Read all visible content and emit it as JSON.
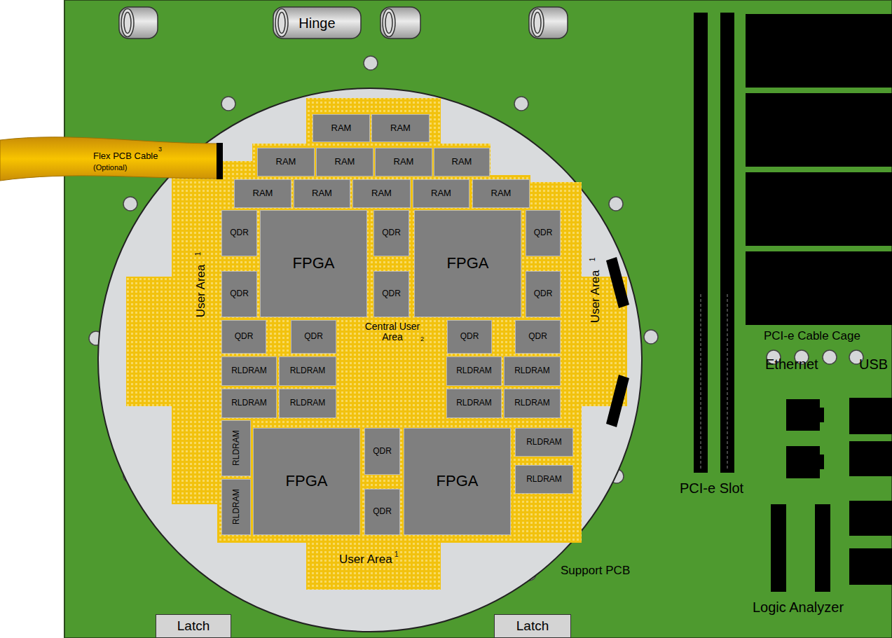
{
  "diagram": {
    "nodes": [
      {
        "text": [
          "Hinge"
        ]
      },
      {
        "text": [
          "RAM"
        ]
      },
      {
        "text": [
          "RAM"
        ]
      },
      {
        "text": [
          "RAM"
        ]
      },
      {
        "text": [
          "RAM"
        ]
      },
      {
        "text": [
          "RAM"
        ]
      },
      {
        "text": [
          "RAM"
        ]
      },
      {
        "text": [
          "RAM"
        ]
      },
      {
        "text": [
          "RAM"
        ]
      },
      {
        "text": [
          "RAM"
        ]
      },
      {
        "text": [
          "RAM"
        ]
      },
      {
        "text": [
          "RAM"
        ]
      },
      {
        "text": [
          "QDR"
        ]
      },
      {
        "text": [
          "FPGA"
        ]
      },
      {
        "text": [
          "QDR"
        ]
      },
      {
        "text": [
          "FPGA"
        ]
      },
      {
        "text": [
          "QDR"
        ]
      },
      {
        "text": [
          "QDR"
        ]
      },
      {
        "text": [
          "QDR"
        ]
      },
      {
        "text": [
          "QDR"
        ]
      },
      {
        "text": [
          "QDR"
        ]
      },
      {
        "text": [
          "QDR"
        ]
      },
      {
        "text": [
          "QDR"
        ]
      },
      {
        "text": [
          "QDR"
        ]
      },
      {
        "text": [
          "RLDRAM"
        ]
      },
      {
        "text": [
          "RLDRAM"
        ]
      },
      {
        "text": [
          "RLDRAM"
        ]
      },
      {
        "text": [
          "RLDRAM"
        ]
      },
      {
        "text": [
          "RLDRAM"
        ]
      },
      {
        "text": [
          "RLDRAM"
        ]
      },
      {
        "text": [
          "RLDRAM"
        ]
      },
      {
        "text": [
          "RLDRAM"
        ]
      },
      {
        "text": [
          "RLDRAM"
        ]
      },
      {
        "text": [
          "FPGA"
        ]
      },
      {
        "text": [
          "QDR"
        ]
      },
      {
        "text": [
          "FPGA"
        ]
      },
      {
        "text": [
          "RLDRAM"
        ]
      },
      {
        "text": [
          "RLDRAM"
        ]
      },
      {
        "text": [
          "RLDRAM"
        ]
      },
      {
        "text": [
          "QDR"
        ]
      },
      {
        "text": [
          "Latch"
        ]
      },
      {
        "text": [
          "Latch"
        ]
      }
    ],
    "labels": [
      "Flex PCB Cable",
      "3",
      "(Optional)",
      "User Area",
      "1",
      "User Area",
      "1",
      "Central User Area",
      "2",
      "User Area",
      "1",
      "Support PCB",
      "PCI-e Cable Cage",
      "Ethernet",
      "USB",
      "PCI-e Slot",
      "Logic Analyzer"
    ]
  }
}
